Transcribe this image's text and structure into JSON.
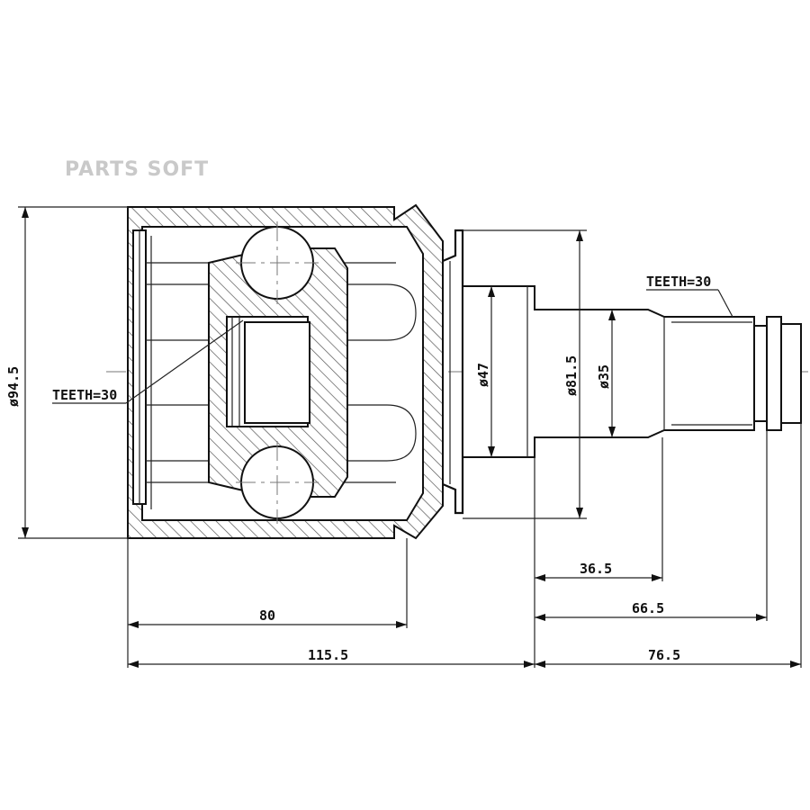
{
  "brand": {
    "watermark": "PARTS SOFT"
  },
  "labels": {
    "teeth_inner": "TEETH=30",
    "teeth_outer": "TEETH=30"
  },
  "dimensions": {
    "d94_5": "ø94.5",
    "d47": "ø47",
    "d81_5": "ø81.5",
    "d35": "ø35",
    "len_80": "80",
    "len_115_5": "115.5",
    "len_36_5": "36.5",
    "len_66_5": "66.5",
    "len_76_5": "76.5"
  },
  "colors": {
    "line": "#111111",
    "hatch": "#555555",
    "watermark": "#c9c9c9"
  }
}
